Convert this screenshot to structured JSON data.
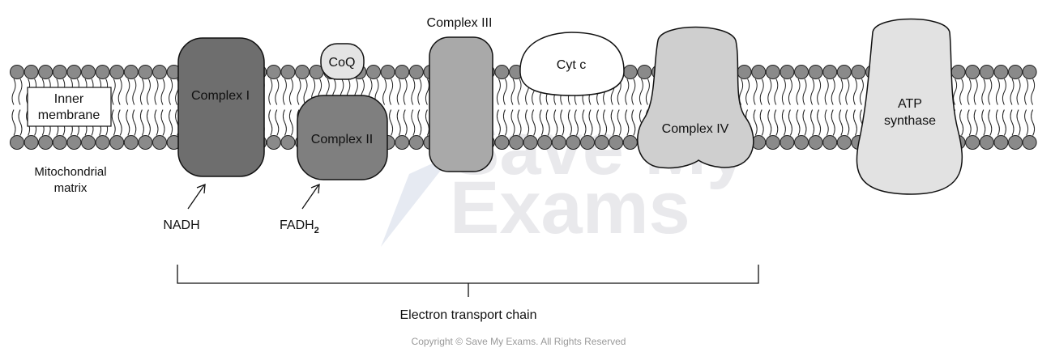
{
  "labels": {
    "inner_membrane_line1": "Inner",
    "inner_membrane_line2": "membrane",
    "matrix_line1": "Mitochondrial",
    "matrix_line2": "matrix",
    "complex_1": "Complex I",
    "coq": "CoQ",
    "complex_2": "Complex II",
    "complex_3": "Complex III",
    "cyt_c": "Cyt c",
    "complex_4": "Complex IV",
    "atp_line1": "ATP",
    "atp_line2": "synthase",
    "nadh": "NADH",
    "fadh_main": "FADH",
    "fadh_sub": "2",
    "etc": "Electron transport chain"
  },
  "watermark": {
    "line1": "Save My",
    "line2": "Exams"
  },
  "copyright": "Copyright © Save My Exams. All Rights Reserved",
  "colors": {
    "complex_1": "#6e6e6e",
    "complex_2": "#7f7f7f",
    "complex_3": "#a9a9a9",
    "complex_4": "#cfcfcf",
    "coq": "#e4e4e4",
    "cyt_c": "#ffffff",
    "atp_synthase": "#e2e2e2",
    "phospholipid_head": "#8a8a8a"
  }
}
